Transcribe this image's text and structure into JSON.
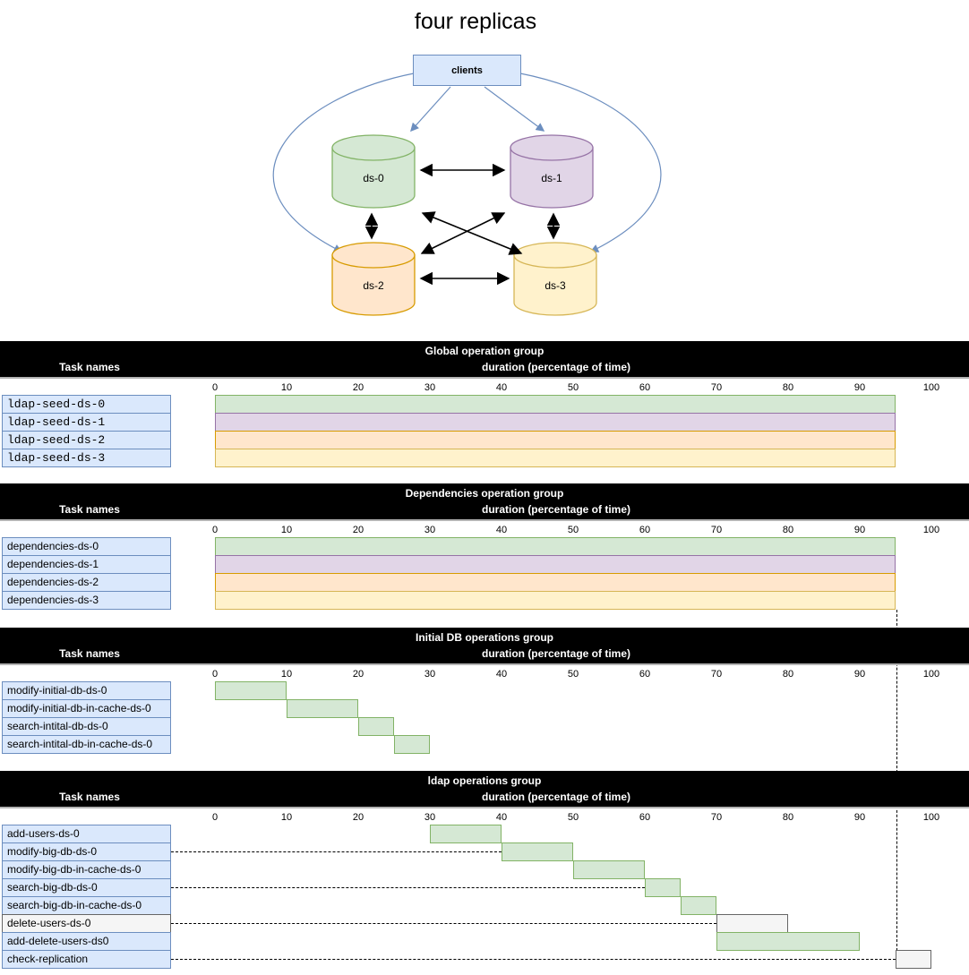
{
  "palette": {
    "green": {
      "fill": "#d5e8d4",
      "stroke": "#82b366"
    },
    "purple": {
      "fill": "#e1d5e7",
      "stroke": "#9673a6"
    },
    "orange": {
      "fill": "#ffe6cc",
      "stroke": "#d79b00"
    },
    "yellow": {
      "fill": "#fff2cc",
      "stroke": "#d6b656"
    },
    "gray": {
      "fill": "#f5f5f5",
      "stroke": "#666666"
    },
    "blue": {
      "fill": "#dae8fc",
      "stroke": "#6c8ebf"
    },
    "arrow_black": "#000000",
    "arrow_blue": "#6c8ebf"
  },
  "diagram": {
    "title": "four replicas",
    "clients_label": "clients",
    "nodes": [
      {
        "label": "ds-0",
        "color": "green"
      },
      {
        "label": "ds-1",
        "color": "purple"
      },
      {
        "label": "ds-2",
        "color": "orange"
      },
      {
        "label": "ds-3",
        "color": "yellow"
      }
    ]
  },
  "reference_line": {
    "percent": 95
  },
  "sections": [
    {
      "title": "Global operation group",
      "task_col_header": "Task names",
      "duration_col_header": "duration (percentage of time)",
      "axis_ticks": [
        0,
        10,
        20,
        30,
        40,
        50,
        60,
        70,
        80,
        90,
        100
      ],
      "tasks": [
        {
          "name": "ldap-seed-ds-0",
          "start": 0,
          "end": 95,
          "color": "green",
          "mono": true
        },
        {
          "name": "ldap-seed-ds-1",
          "start": 0,
          "end": 95,
          "color": "purple",
          "mono": true
        },
        {
          "name": "ldap-seed-ds-2",
          "start": 0,
          "end": 95,
          "color": "orange",
          "mono": true
        },
        {
          "name": "ldap-seed-ds-3",
          "start": 0,
          "end": 95,
          "color": "yellow",
          "mono": true
        }
      ]
    },
    {
      "title": "Dependencies operation group",
      "task_col_header": "Task names",
      "duration_col_header": "duration (percentage of time)",
      "axis_ticks": [
        0,
        10,
        20,
        30,
        40,
        50,
        60,
        70,
        80,
        90,
        100
      ],
      "tasks": [
        {
          "name": "dependencies-ds-0",
          "start": 0,
          "end": 95,
          "color": "green"
        },
        {
          "name": "dependencies-ds-1",
          "start": 0,
          "end": 95,
          "color": "purple"
        },
        {
          "name": "dependencies-ds-2",
          "start": 0,
          "end": 95,
          "color": "orange"
        },
        {
          "name": "dependencies-ds-3",
          "start": 0,
          "end": 95,
          "color": "yellow"
        }
      ]
    },
    {
      "title": "Initial DB operations group",
      "task_col_header": "Task names",
      "duration_col_header": "duration (percentage of time)",
      "axis_ticks": [
        0,
        10,
        20,
        30,
        40,
        50,
        60,
        70,
        80,
        90,
        100
      ],
      "tasks": [
        {
          "name": "modify-initial-db-ds-0",
          "start": 0,
          "end": 10,
          "color": "green"
        },
        {
          "name": "modify-initial-db-in-cache-ds-0",
          "start": 10,
          "end": 20,
          "color": "green"
        },
        {
          "name": "search-intital-db-ds-0",
          "start": 20,
          "end": 25,
          "color": "green"
        },
        {
          "name": "search-intital-db-in-cache-ds-0",
          "start": 25,
          "end": 30,
          "color": "green"
        }
      ]
    },
    {
      "title": "ldap operations group",
      "task_col_header": "Task names",
      "duration_col_header": "duration (percentage of time)",
      "axis_ticks": [
        0,
        10,
        20,
        30,
        40,
        50,
        60,
        70,
        80,
        90,
        100
      ],
      "tasks": [
        {
          "name": "add-users-ds-0",
          "start": 30,
          "end": 40,
          "color": "green"
        },
        {
          "name": "modify-big-db-ds-0",
          "start": 40,
          "end": 50,
          "color": "green",
          "connector": true
        },
        {
          "name": "modify-big-db-in-cache-ds-0",
          "start": 50,
          "end": 60,
          "color": "green"
        },
        {
          "name": "search-big-db-ds-0",
          "start": 60,
          "end": 65,
          "color": "green",
          "connector": true
        },
        {
          "name": "search-big-db-in-cache-ds-0",
          "start": 65,
          "end": 70,
          "color": "green"
        },
        {
          "name": "delete-users-ds-0",
          "start": 70,
          "end": 80,
          "color": "gray",
          "cell": "gray",
          "connector": true
        },
        {
          "name": "add-delete-users-ds0",
          "start": 70,
          "end": 90,
          "color": "green"
        },
        {
          "name": "check-replication",
          "start": 95,
          "end": 100,
          "color": "gray",
          "connector": true
        }
      ]
    }
  ]
}
